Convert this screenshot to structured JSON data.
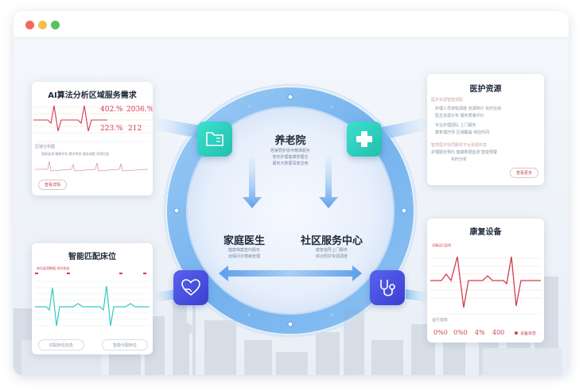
{
  "window": {
    "controls": [
      {
        "name": "close",
        "color": "#f3685e"
      },
      {
        "name": "minimize",
        "color": "#f6bd4f"
      },
      {
        "name": "zoom",
        "color": "#57c35c"
      }
    ]
  },
  "colors": {
    "ring_blue": "#6fb1ee",
    "teal_tile": "#2fd3c0",
    "indigo_tile": "#4a50e0",
    "ecg_red": "#d23c4a",
    "ecg_teal": "#35c9c0"
  },
  "center": {
    "top": {
      "label": "养老院",
      "sub": [
        "居家照护协作精准服务",
        "老年护理健康管理全",
        "服务大数据深度应用"
      ]
    },
    "left": {
      "label": "家庭医生",
      "sub": [
        "健康档案签约服务",
        "远程问诊慢病管理"
      ]
    },
    "right": {
      "label": "社区服务中心",
      "sub": [
        "康复指导上门服务",
        "综合照护资源调度"
      ]
    }
  },
  "icons": {
    "top_left": "folder-icon",
    "top_right": "medical-cross-icon",
    "bottom_left": "heart-hand-icon",
    "bottom_right": "stethoscope-icon"
  },
  "cards": {
    "ai": {
      "title": "AI算法分析区域服务需求",
      "values": [
        "402.%",
        "2036.%",
        "223.%",
        "212"
      ],
      "section_label": "区域分布图",
      "row_text": "智能监测 健康评估 需求预测 服务调度 资源匹配",
      "button": "查看详情"
    },
    "resources": {
      "title": "医护资源",
      "heading": "医护资源智能调配",
      "bullets": [
        "护理人员排班调度 资源统计 实时在线",
        "医生资源分布 服务质量评价",
        "专业护理团队 上门服务",
        "康复理疗师 区域覆盖 响应时间"
      ],
      "heading2": "智慧医疗协同服务平台资源共享",
      "bullets2": [
        "护理服务预约 健康数据监测 智能预警",
        "实时分析"
      ],
      "button": "查看更多"
    },
    "bed": {
      "title": "智能匹配床位",
      "top_label": "床位监测数据 实时状态",
      "btn_left": "匹配床位信息",
      "btn_right": "智能分配床位"
    },
    "rehab": {
      "title": "康复设备",
      "top_label": "设备运行监测",
      "stat_label": "运行指标",
      "stats": [
        "0%0",
        "0%0",
        "4%",
        "400"
      ],
      "legend": "设备状态"
    }
  }
}
